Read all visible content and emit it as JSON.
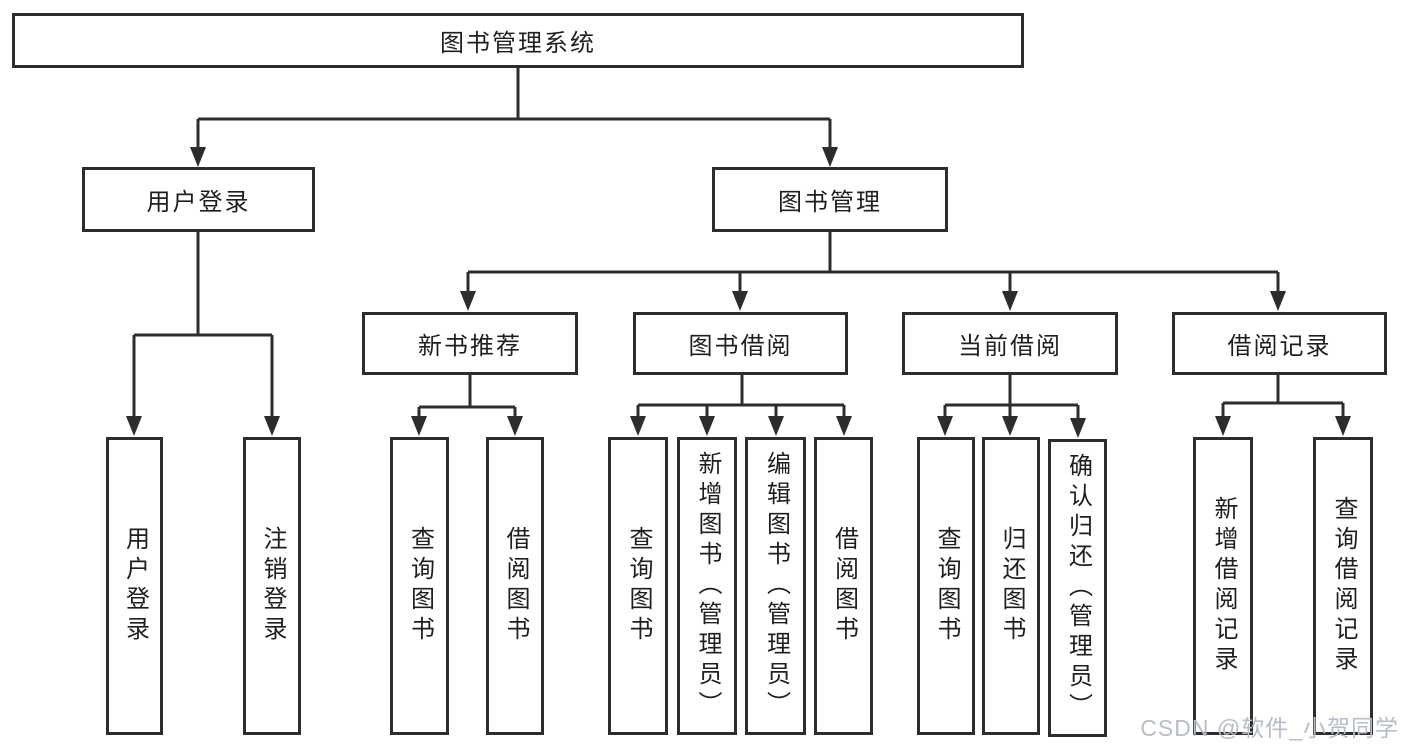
{
  "diagram": {
    "root": {
      "label": "图书管理系统"
    },
    "level2": [
      {
        "label": "用户登录"
      },
      {
        "label": "图书管理"
      }
    ],
    "level3": [
      {
        "label": "新书推荐"
      },
      {
        "label": "图书借阅"
      },
      {
        "label": "当前借阅"
      },
      {
        "label": "借阅记录"
      }
    ],
    "leaves": {
      "login": [
        "用户登录",
        "注销登录"
      ],
      "recommend": [
        "查询图书",
        "借阅图书"
      ],
      "borrow": [
        "查询图书",
        "新增图书（管理员）",
        "编辑图书（管理员）",
        "借阅图书"
      ],
      "current": [
        "查询图书",
        "归还图书",
        "确认归还（管理员）"
      ],
      "record": [
        "新增借阅记录",
        "查询借阅记录"
      ]
    }
  },
  "watermark": {
    "text": "CSDN @软件_小贺同学"
  },
  "colors": {
    "line": "#2d2d2d",
    "text": "#1f1f1f",
    "watermark": "#b7bdc5",
    "background": "#ffffff"
  }
}
